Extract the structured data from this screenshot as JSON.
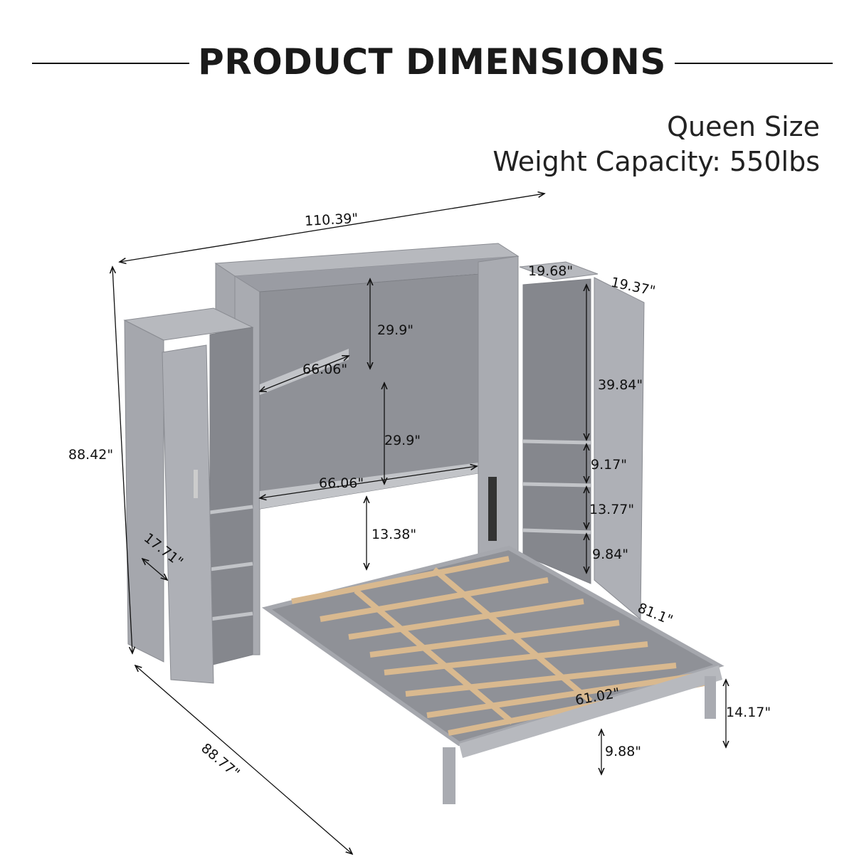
{
  "header": {
    "title": "PRODUCT DIMENSIONS"
  },
  "specs": {
    "size": "Queen Size",
    "weight_capacity": "Weight Capacity: 550lbs"
  },
  "colors": {
    "cabinet": "#9a9ca3",
    "cabinet_light": "#b7b9be",
    "slats": "#d9b98f",
    "line": "#111111"
  },
  "dimensions": {
    "overall_width": "110.39\"",
    "overall_height": "88.42\"",
    "overall_depth": "88.77\"",
    "left_cabinet_depth": "17.71\"",
    "right_cabinet_width": "19.68\"",
    "right_door_width": "19.37\"",
    "upper_shelf_height": "29.9\"",
    "upper_shelf_width": "66.06\"",
    "lower_shelf_height": "29.9\"",
    "lower_shelf_width": "66.06\"",
    "bed_clearance": "13.38\"",
    "right_upper_compartment": "39.84\"",
    "right_shelf_1": "9.17\"",
    "right_shelf_2": "13.77\"",
    "right_shelf_3": "9.84\"",
    "bed_length": "81.1\"",
    "bed_width": "61.02\"",
    "bed_height": "14.17\"",
    "leg_height": "9.88\""
  }
}
